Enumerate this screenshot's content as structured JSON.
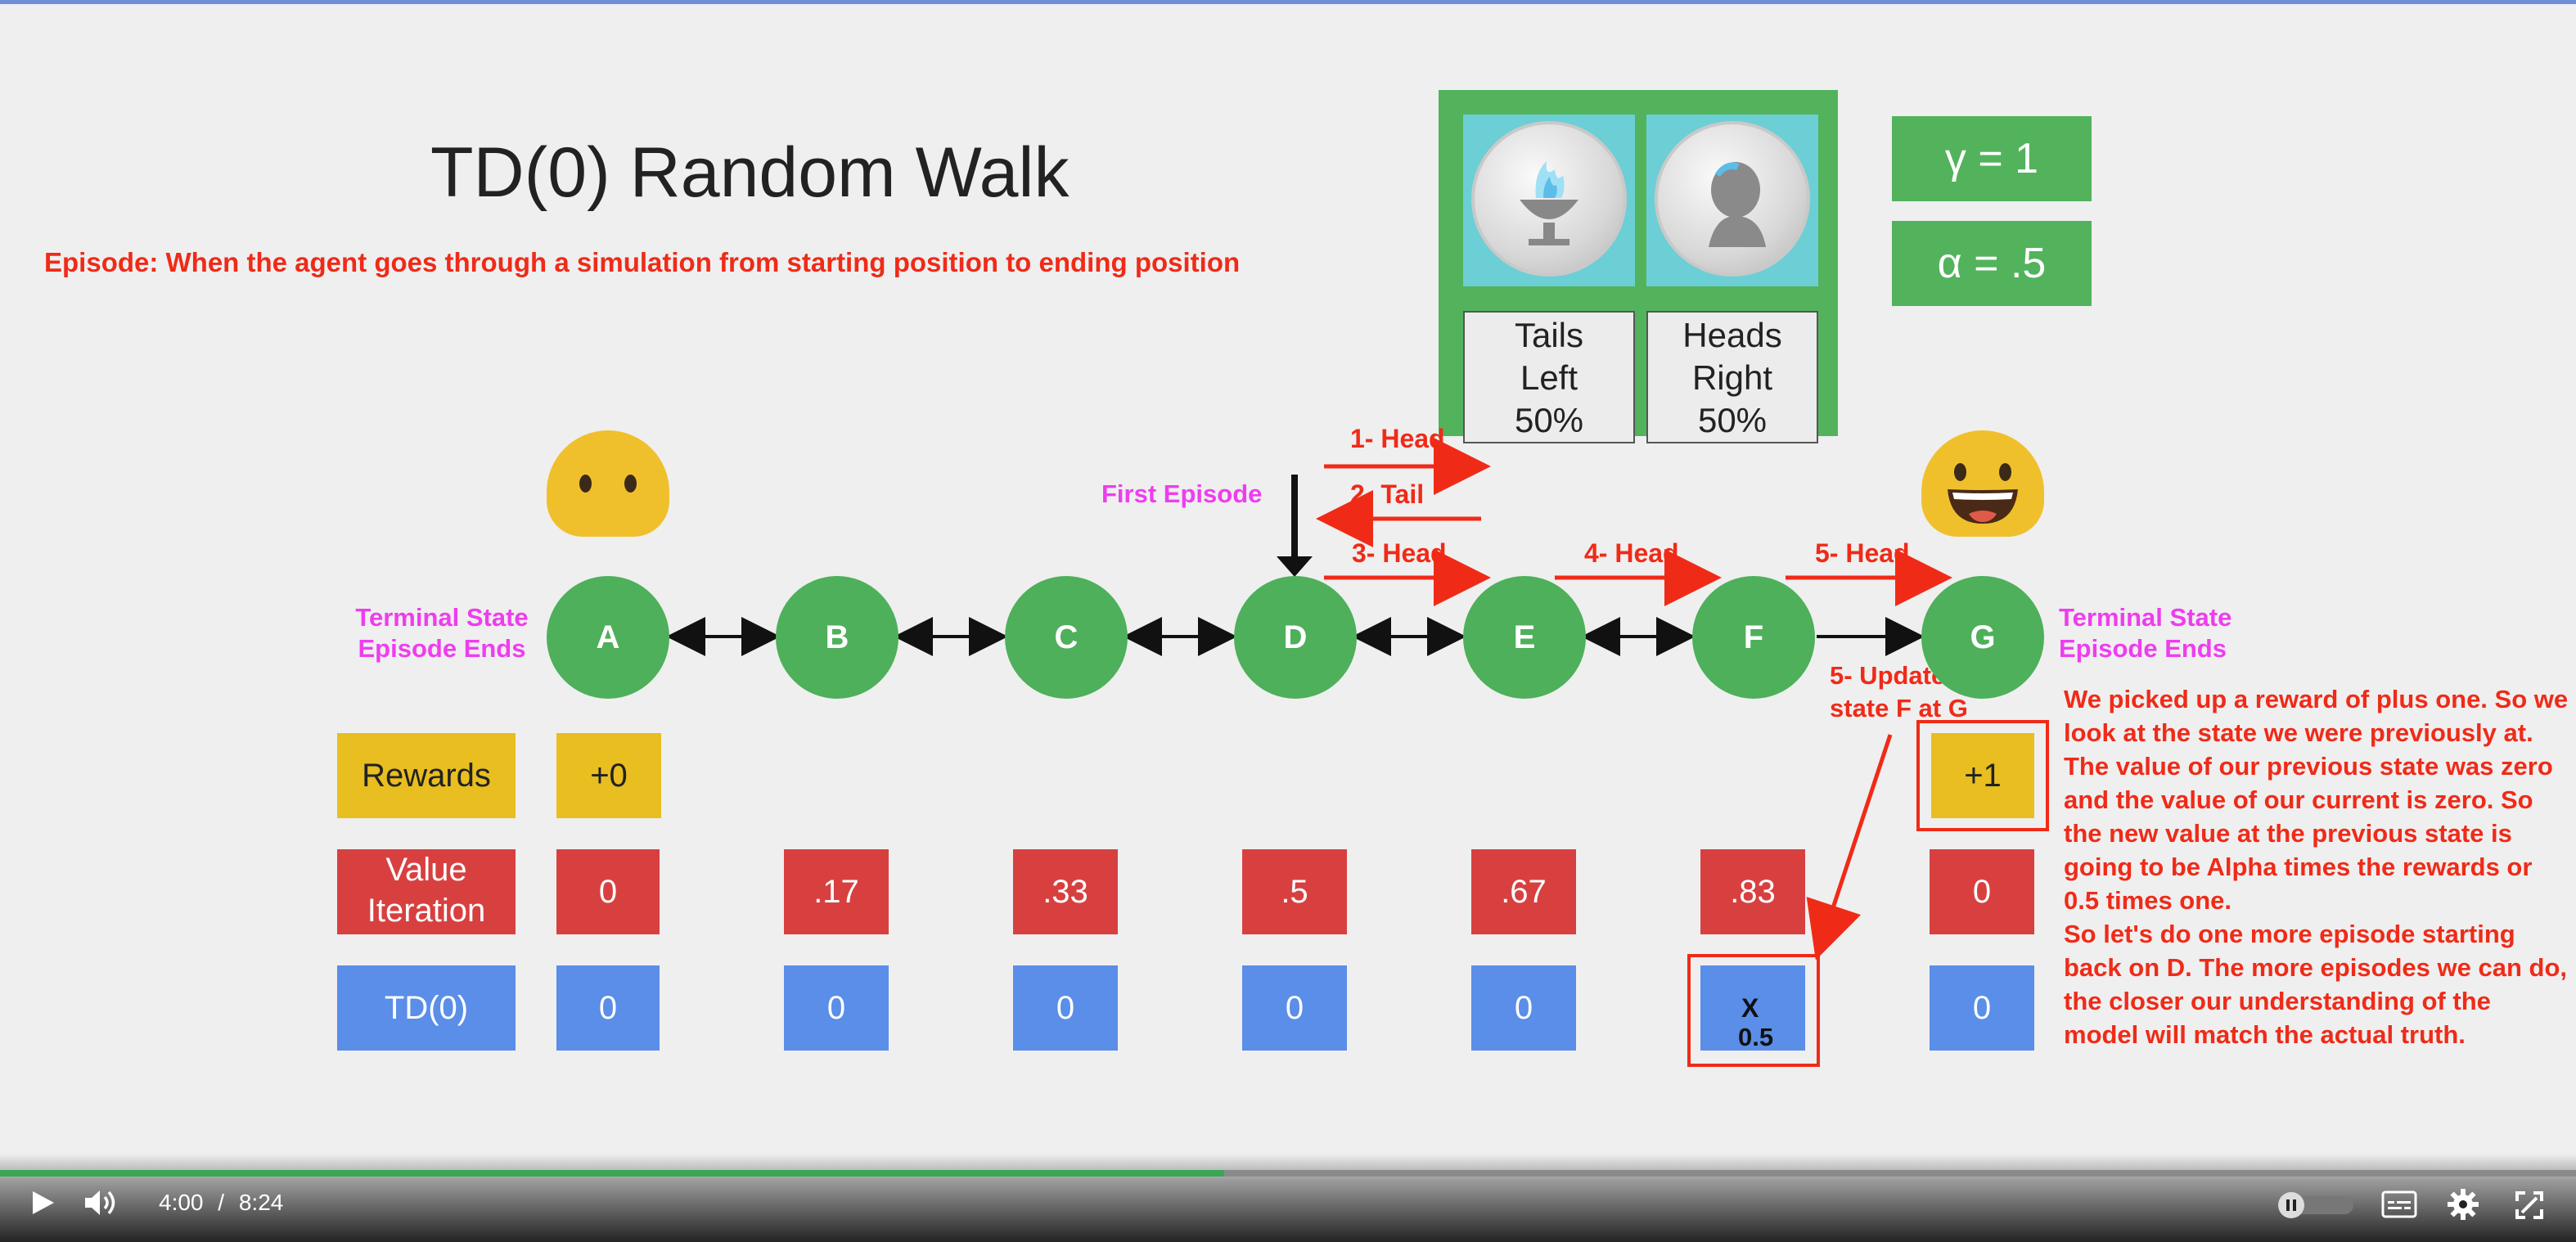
{
  "slide": {
    "title": "TD(0) Random Walk",
    "episode_definition": "Episode: When the agent goes through a simulation from starting position to ending position",
    "coins": [
      {
        "label_line1": "Tails",
        "label_line2": "Left",
        "label_line3": "50%"
      },
      {
        "label_line1": "Heads",
        "label_line2": "Right",
        "label_line3": "50%"
      }
    ],
    "params": {
      "gamma": "γ = 1",
      "alpha": "α = .5"
    },
    "terminal_left": {
      "line1": "Terminal State",
      "line2": "Episode Ends"
    },
    "terminal_right": {
      "line1": "Terminal State",
      "line2": "Episode Ends"
    },
    "first_episode": "First Episode",
    "steps": {
      "s1": "1- Head",
      "s2": "2- Tail",
      "s3": "3- Head",
      "s4": "4- Head",
      "s5": "5- Head"
    },
    "update_note": {
      "line1": "5- Update",
      "line2": "state F at G"
    },
    "states": [
      "A",
      "B",
      "C",
      "D",
      "E",
      "F",
      "G"
    ],
    "row_labels": {
      "rewards": "Rewards",
      "value_line1": "Value",
      "value_line2": "Iteration",
      "td": "TD(0)"
    },
    "rewards": {
      "A": "+0",
      "G": "+1"
    },
    "value_iteration": [
      "0",
      ".17",
      ".33",
      ".5",
      ".67",
      ".83",
      "0"
    ],
    "td0": [
      "0",
      "0",
      "0",
      "0",
      "0",
      "X",
      "0"
    ],
    "td0_f_new": "0.5",
    "explanation": "We picked up a reward of plus one. So we look at the state we were previously at.\nThe value of our previous state was zero and the value of our current is zero. So the new value at the previous state is going to be Alpha times the rewards or 0.5 times one.\nSo let's do one more episode starting back on D. The more episodes we can do, the closer our understanding of the model will match the actual truth."
  },
  "player": {
    "current_time": "4:00",
    "separator": "/",
    "duration": "8:24",
    "progress": 0.4753,
    "buffered": 1.0,
    "colors": {
      "progress": "#3aa757",
      "buffered": "#8a8a8a"
    },
    "icons": [
      "play-icon",
      "volume-icon",
      "autoplay-toggle",
      "captions-icon",
      "gear-icon",
      "fullscreen-icon"
    ]
  },
  "colors": {
    "green": "#52b35c",
    "red_annotation": "#ef2b18",
    "magenta_annotation": "#ee3dee",
    "reward_yellow": "#e8be20",
    "value_red": "#d84040",
    "td_blue": "#5a8ee8"
  }
}
